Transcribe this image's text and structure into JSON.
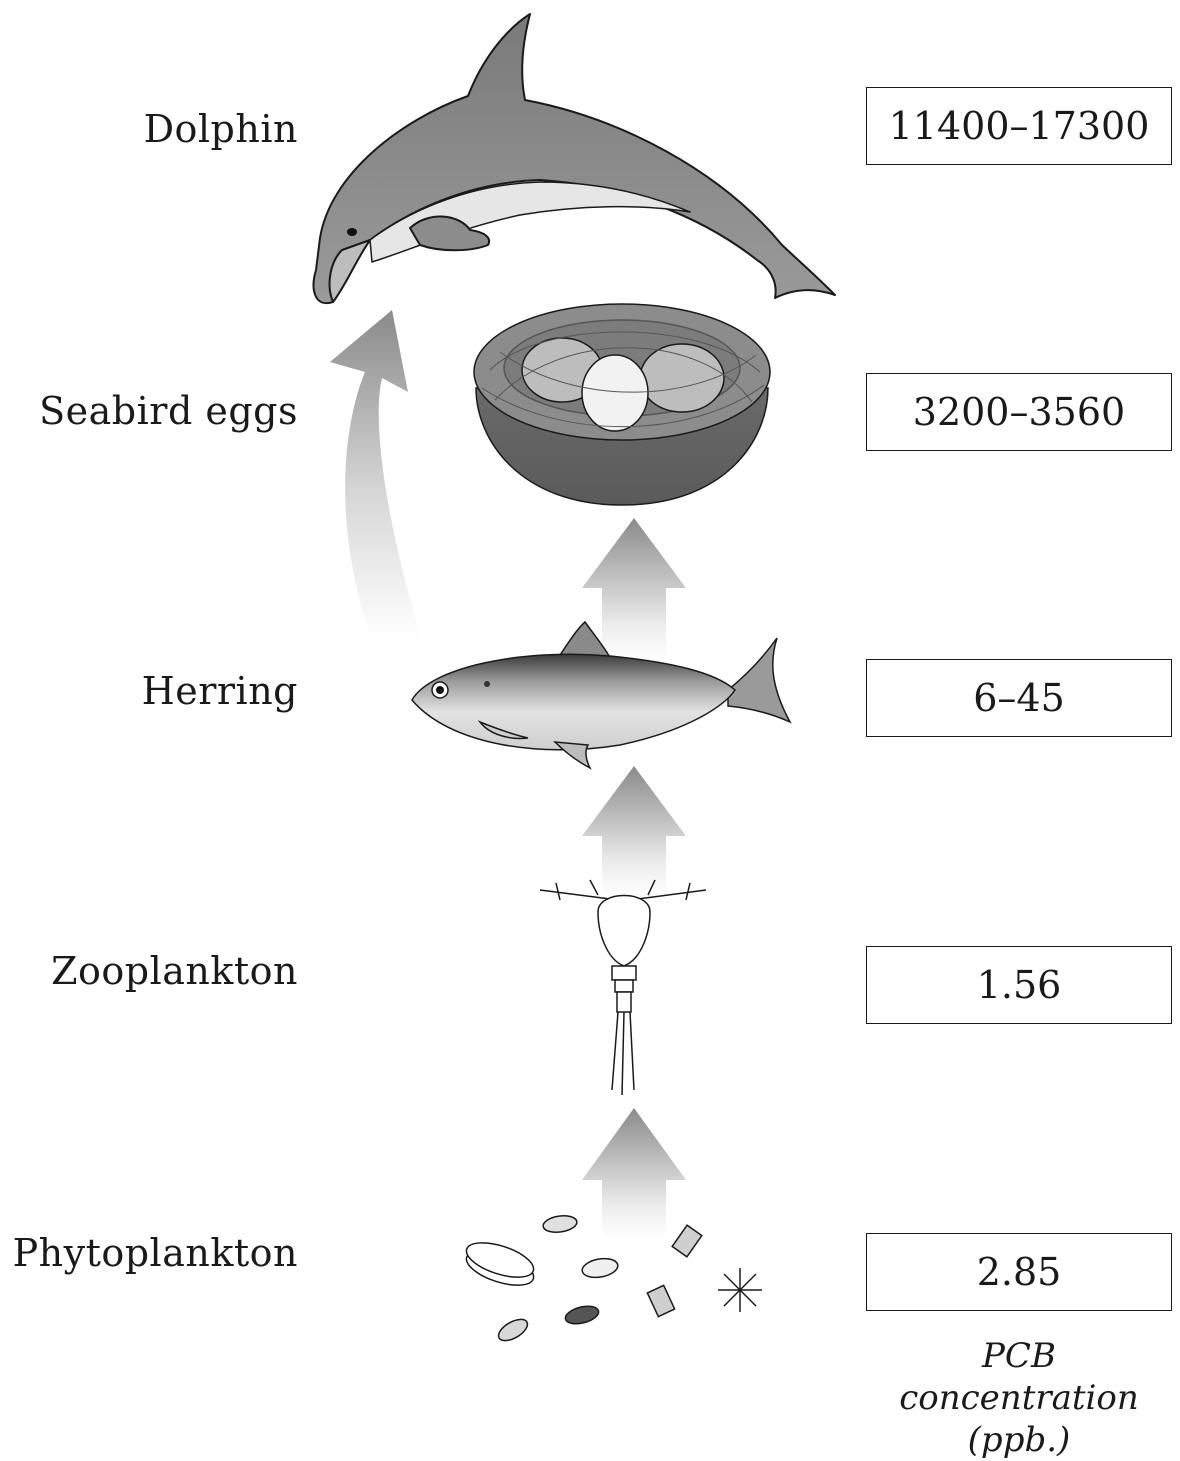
{
  "levels": [
    {
      "label": "Dolphin",
      "value": "11400–17300"
    },
    {
      "label": "Seabird eggs",
      "value": "3200–3560"
    },
    {
      "label": "Herring",
      "value": "6–45"
    },
    {
      "label": "Zooplankton",
      "value": "1.56"
    },
    {
      "label": "Phytoplankton",
      "value": "2.85"
    }
  ],
  "caption": {
    "line1": "PCB concentration",
    "line2": "(ppb.)"
  },
  "icons": [
    "dolphin-icon",
    "nest-with-eggs-icon",
    "herring-icon",
    "zooplankton-icon",
    "phytoplankton-icon"
  ]
}
